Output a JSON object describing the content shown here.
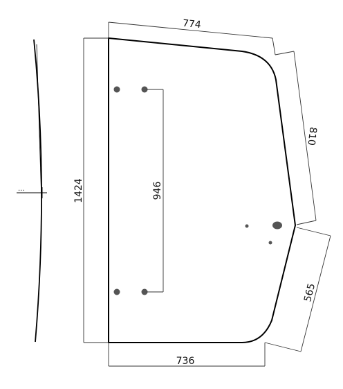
{
  "dimensions": {
    "top_width": "774",
    "right_upper_edge": "810",
    "left_height": "1424",
    "hole_spacing": "946",
    "right_lower_edge": "565",
    "bottom_width": "736"
  },
  "side_view": {
    "marker": "..."
  },
  "colors": {
    "outline": "#000000",
    "dimension_line": "#333333",
    "hole": "#555555"
  }
}
